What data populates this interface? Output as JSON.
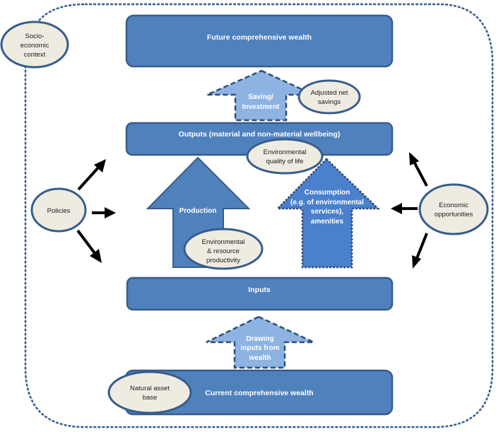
{
  "diagram": {
    "boxes": {
      "future_wealth": "Future comprehensive wealth",
      "outputs": "Outputs (material and non-material wellbeing)",
      "inputs": "Inputs",
      "current_wealth": "Current comprehensive wealth"
    },
    "arrows": {
      "saving": [
        "Saving/",
        "Investment"
      ],
      "production": [
        "Production"
      ],
      "consumption": [
        "Consumption",
        "(e.g. of environmental",
        "services),",
        "amenities"
      ],
      "drawing": [
        "Drawing",
        "inputs from",
        "wealth"
      ]
    },
    "ovals": {
      "socio_economic": [
        "Socio-",
        "economic",
        "context"
      ],
      "adjusted_net_savings": [
        "Adjusted net",
        "savings"
      ],
      "env_quality": [
        "Environmental",
        "quality of life"
      ],
      "env_productivity": [
        "Environmental",
        "& resource",
        "productivity"
      ],
      "policies": [
        "Policies"
      ],
      "economic_opportunities": [
        "Economic",
        "opportunities"
      ],
      "natural_asset": [
        "Natural asset",
        "base"
      ]
    },
    "colors": {
      "box_fill": "#4f81bd",
      "box_stroke": "#385d8a",
      "oval_fill": "#eeece1",
      "light_arrow_fill": "#8db3e2",
      "bright_arrow_fill": "#4a80cc"
    }
  }
}
